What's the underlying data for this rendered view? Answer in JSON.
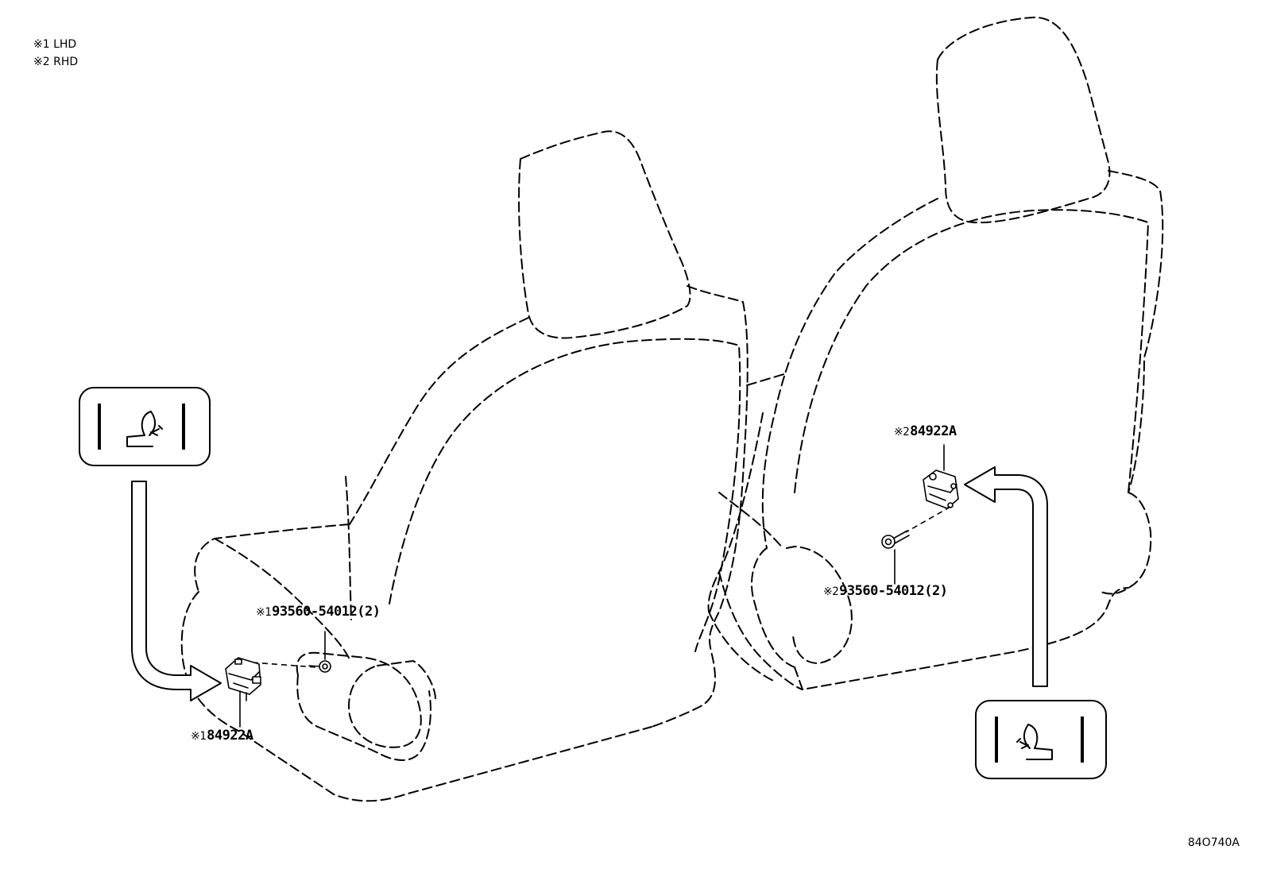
{
  "legend": [
    {
      "mark": "※1",
      "text": "LHD"
    },
    {
      "mark": "※2",
      "text": "RHD"
    }
  ],
  "callouts": {
    "lhd_switch": {
      "mark": "※1",
      "part": "84922A"
    },
    "lhd_screw": {
      "mark": "※1",
      "part": "93560-54012(2)"
    },
    "rhd_switch": {
      "mark": "※2",
      "part": "84922A"
    },
    "rhd_screw": {
      "mark": "※2",
      "part": "93560-54012(2)"
    }
  },
  "reference_code": "84O740A"
}
